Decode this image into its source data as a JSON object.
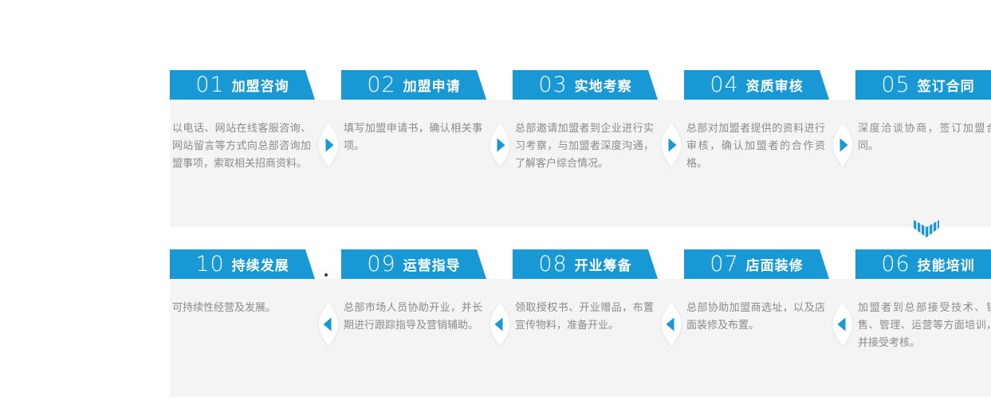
{
  "theme": {
    "header_blue": "#1899d5",
    "arrow_blue": "#1899d5",
    "band_background": "#f4f4f4",
    "body_text_color": "#8a8a8a",
    "header_text_color": "#ffffff"
  },
  "icons": {
    "connector": "play-arrow-in-leaf",
    "transition": "striped-down-arrow"
  },
  "flow": {
    "rows": [
      {
        "direction": "right",
        "steps": [
          {
            "number": "01",
            "title": "加盟咨询",
            "desc": "以电话、网站在线客服咨询、网站留言等方式向总部咨询加盟事项，索取相关招商资料。"
          },
          {
            "number": "02",
            "title": "加盟申请",
            "desc": "填写加盟申请书，确认相关事项。"
          },
          {
            "number": "03",
            "title": "实地考察",
            "desc": "总部邀请加盟者到企业进行实习考察，与加盟者深度沟通，了解客户综合情况。"
          },
          {
            "number": "04",
            "title": "资质审核",
            "desc": "总部对加盟者提供的资料进行审核，确认加盟者的合作资格。"
          },
          {
            "number": "05",
            "title": "签订合同",
            "desc": "深度洽谈协商，签订加盟合同。"
          }
        ]
      },
      {
        "direction": "left",
        "steps": [
          {
            "number": "10",
            "title": "持续发展",
            "desc": "可持续性经营及发展。"
          },
          {
            "number": "09",
            "title": "运营指导",
            "desc": "总部市场人员协助开业，并长期进行跟踪指导及营销辅助。"
          },
          {
            "number": "08",
            "title": "开业筹备",
            "desc": "领取授权书、开业赠品，布置宣传物料，准备开业。"
          },
          {
            "number": "07",
            "title": "店面装修",
            "desc": "总部协助加盟商选址，以及店面装修及布置。"
          },
          {
            "number": "06",
            "title": "技能培训",
            "desc": "加盟者到总部接受技术、销售、管理、运营等方面培训，并接受考核。"
          }
        ]
      }
    ]
  }
}
